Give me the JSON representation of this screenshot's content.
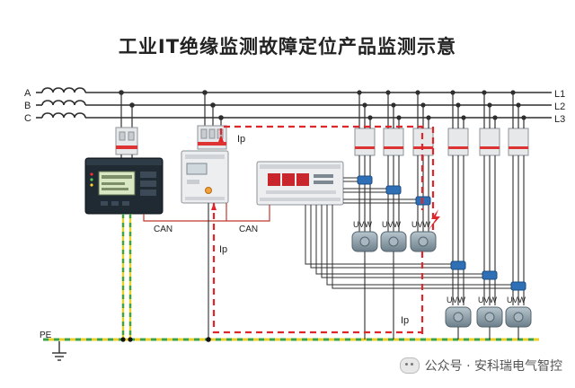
{
  "title": "工业IT绝缘监测故障定位产品监测示意",
  "phases_left": [
    "A",
    "B",
    "C"
  ],
  "phases_right": [
    "L1",
    "L2",
    "L3"
  ],
  "pe_label": "PE",
  "fault_current_label": "Ip",
  "bus_label": "CAN",
  "motor_terminal_label": "UVW",
  "footer": {
    "text": "公众号 · 安科瑞电气智控"
  },
  "colors": {
    "busbar": "#2f2f2f",
    "fault_path": "#e0262b",
    "pe_yellow": "#e9cf2a",
    "pe_green": "#3fa14a",
    "device_dark": "#1f2a33",
    "device_light": "#e9ecef",
    "motor": "#8fa2ad",
    "ct_blue": "#2f6fb5"
  },
  "icons": {
    "footer": "wechat-icon",
    "ground": "ground-icon",
    "transformer": "transformer-icon",
    "fault": "fault-spark-icon"
  }
}
